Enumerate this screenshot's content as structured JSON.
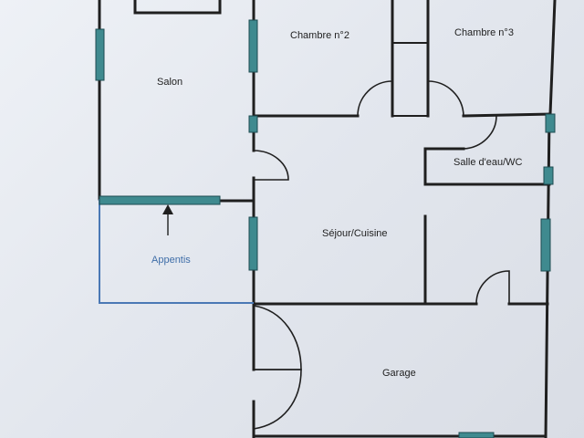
{
  "rooms": {
    "salon": "Salon",
    "chambre2": "Chambre n°2",
    "chambre3": "Chambre n°3",
    "salle_eau": "Salle d'eau/WC",
    "sejour": "Séjour/Cuisine",
    "appentis": "Appentis",
    "garage": "Garage"
  },
  "colors": {
    "wall": "#1f1f1f",
    "window": "#3f8a8f",
    "appentis_outline": "#4a78b5",
    "label_appentis": "#3f6ea8"
  }
}
